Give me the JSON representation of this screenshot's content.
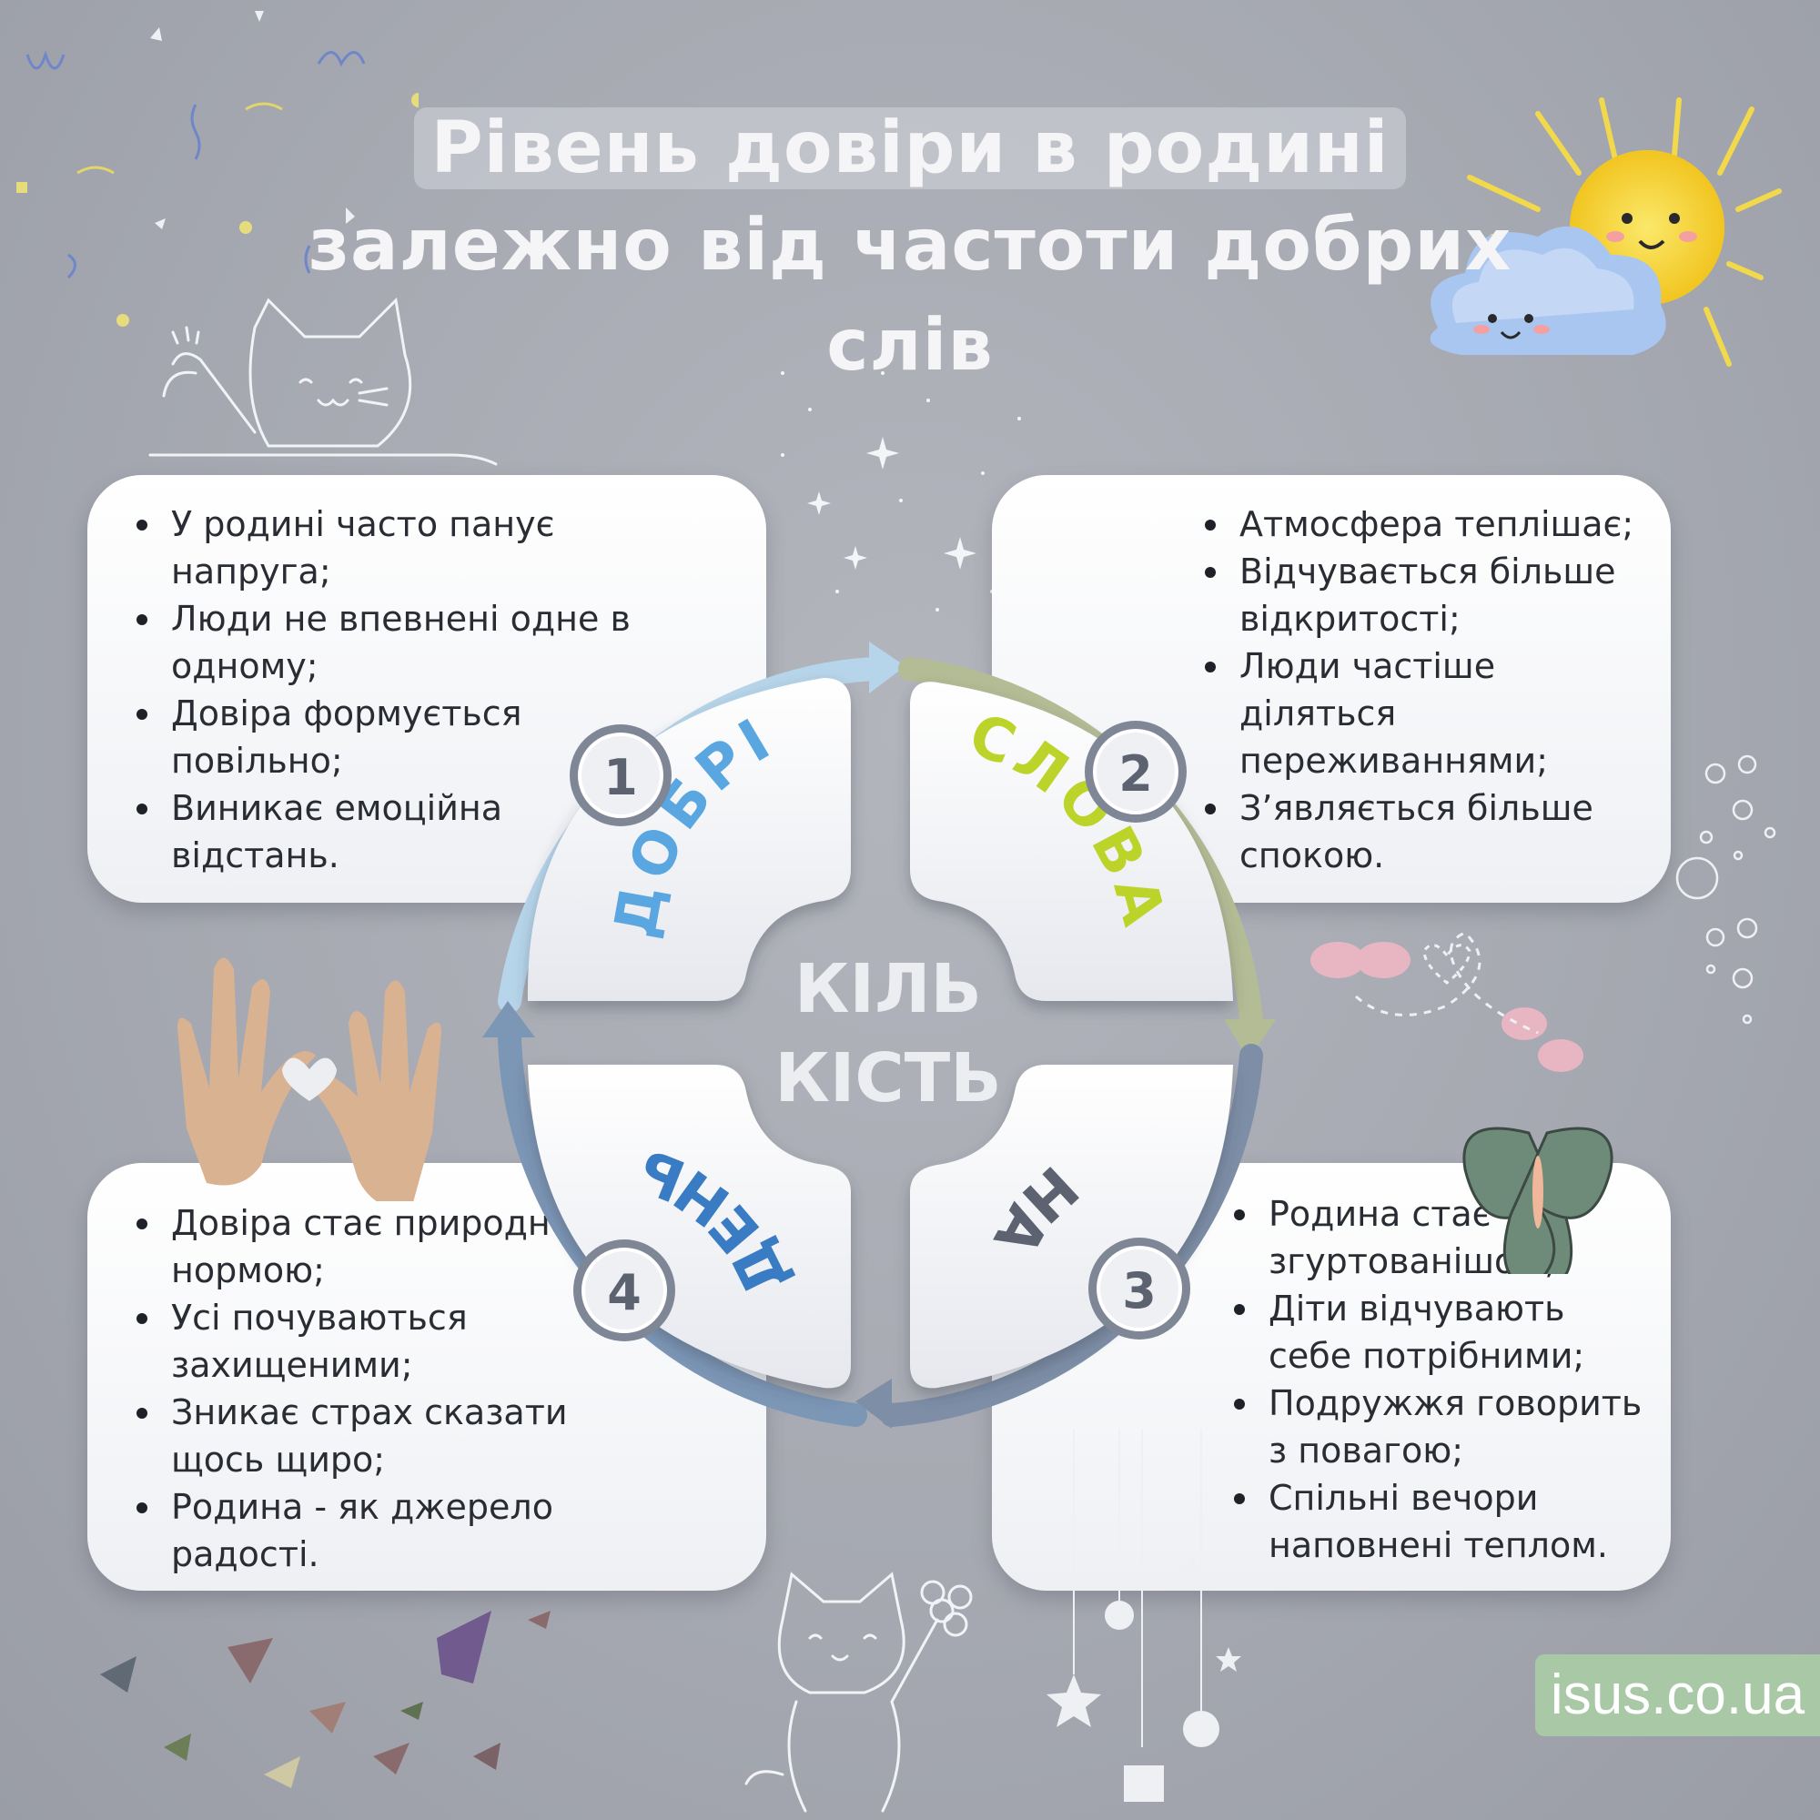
{
  "title": {
    "line1": "Рівень довіри в родині",
    "line2": "залежно від частоти добрих",
    "line3": "слів"
  },
  "wheel": {
    "center_line1": "КІЛЬ",
    "center_line2": "КІСТЬ",
    "segments": [
      {
        "number": "1",
        "word": "ДОБРІ",
        "color": "#5aa6e0"
      },
      {
        "number": "2",
        "word": "СЛОВА",
        "color": "#bcd42a"
      },
      {
        "number": "3",
        "word": "НА",
        "color": "#5c6270"
      },
      {
        "number": "4",
        "word": "ДЕНЬ",
        "color": "#3a7cc4"
      }
    ],
    "arrow_colors": [
      "#b7d5ea",
      "#b4bc95",
      "#7d8ea6",
      "#7c96b6"
    ]
  },
  "cards": {
    "c1": {
      "items": [
        "У родині часто панує напруга;",
        "Люди не впевнені одне в одному;",
        "Довіра формується повільно;",
        "Виникає емоційна відстань."
      ]
    },
    "c2": {
      "items": [
        "Атмосфера теплішає;",
        "Відчувається більше відкритості;",
        "Люди частіше діляться переживаннями;",
        "З’являється більше спокою."
      ]
    },
    "c3": {
      "items": [
        "Довіра стає природною нормою;",
        "Усі почуваються захищеними;",
        "Зникає страх сказати щось щиро;",
        "Родина - як джерело радості."
      ]
    },
    "c4": {
      "items": [
        "Родина стає згуртованішою;",
        "Діти відчувають себе потрібними;",
        "Подружжя говорить з повагою;",
        "Спільні вечори наповнені теплом."
      ]
    }
  },
  "watermark": "isus.co.ua",
  "icons": [
    "sun-icon",
    "cloud-icon",
    "cat-icon",
    "heart-hands-icon",
    "butterfly-icon",
    "bubbles-icon",
    "stars-icon",
    "gift-icon"
  ]
}
